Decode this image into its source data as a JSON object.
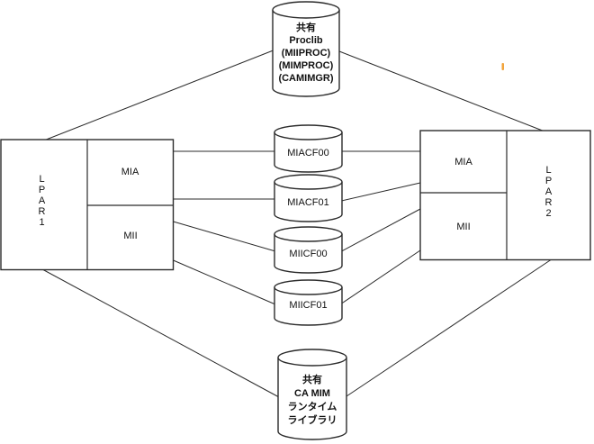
{
  "colors": {
    "background": "#ffffff",
    "line": "#2b2b2b",
    "text": "#111111",
    "artifact_mark": "#f2a43c"
  },
  "lpar1": {
    "chars": [
      "L",
      "P",
      "A",
      "R",
      "1"
    ],
    "mia": "MIA",
    "mii": "MII"
  },
  "lpar2": {
    "chars": [
      "L",
      "P",
      "A",
      "R",
      "2"
    ],
    "mia": "MIA",
    "mii": "MII"
  },
  "shared_proclib": {
    "line1": "共有",
    "line2": "Proclib",
    "line3": "(MIIPROC)",
    "line4": "(MIMPROC)",
    "line5": "(CAMIMGR)"
  },
  "shared_runtime_lib": {
    "line1": "共有",
    "line2": "CA MIM",
    "line3": "ランタイム",
    "line4": "ライブラリ"
  },
  "datasets": [
    "MIACF00",
    "MIACF01",
    "MIICF00",
    "MIICF01"
  ]
}
